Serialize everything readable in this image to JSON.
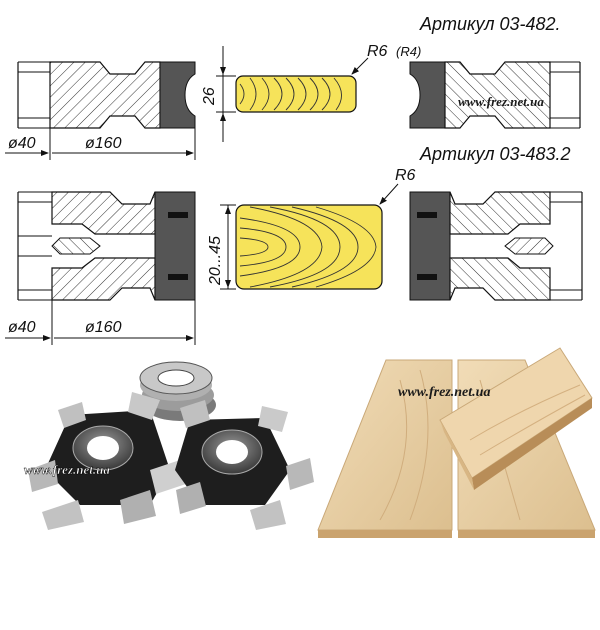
{
  "diagram1": {
    "article": "Артикул 03-482.",
    "radius_label": "R6",
    "radius_alt": "(R4)",
    "thickness": "26",
    "bore": "ø40",
    "diameter": "ø160",
    "watermark": "www.frez.net.ua"
  },
  "diagram2": {
    "article": "Артикул 03-483.2",
    "radius_label": "R6",
    "thickness": "20...45",
    "bore": "ø40",
    "diameter": "ø160"
  },
  "photos": {
    "cutters_watermark": "www.frez.net.ua",
    "boards_watermark": "www.frez.net.ua"
  },
  "colors": {
    "wood": "#f6e35a",
    "steel": "#555555",
    "board": "#e8cfa6"
  }
}
